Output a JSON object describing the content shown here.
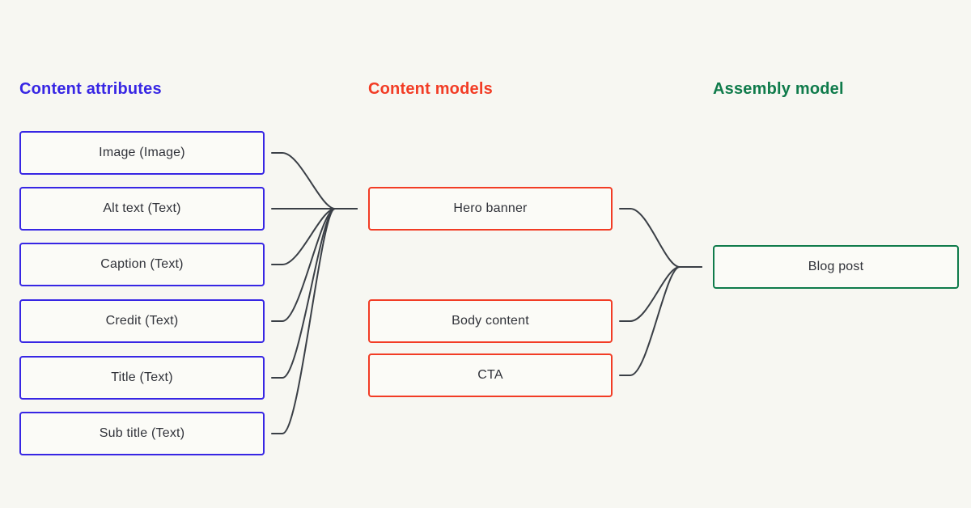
{
  "diagram": {
    "background": "#F7F7F2",
    "connector_color": "#3A3F46"
  },
  "columns": {
    "attributes": {
      "title": "Content attributes",
      "accent": "#3726E4"
    },
    "models": {
      "title": "Content models",
      "accent": "#F23C25"
    },
    "assembly": {
      "title": "Assembly model",
      "accent": "#0F7B4B"
    }
  },
  "nodes": {
    "image": {
      "label": "Image (Image)"
    },
    "alt_text": {
      "label": "Alt text (Text)"
    },
    "caption": {
      "label": "Caption (Text)"
    },
    "credit": {
      "label": "Credit (Text)"
    },
    "title": {
      "label": "Title (Text)"
    },
    "sub_title": {
      "label": "Sub title (Text)"
    },
    "hero_banner": {
      "label": "Hero banner"
    },
    "body_content": {
      "label": "Body content"
    },
    "cta": {
      "label": "CTA"
    },
    "blog_post": {
      "label": "Blog post"
    }
  },
  "edges": [
    {
      "from": "image",
      "to": "hero_banner"
    },
    {
      "from": "alt_text",
      "to": "hero_banner"
    },
    {
      "from": "caption",
      "to": "hero_banner"
    },
    {
      "from": "credit",
      "to": "hero_banner"
    },
    {
      "from": "title",
      "to": "hero_banner"
    },
    {
      "from": "sub_title",
      "to": "hero_banner"
    },
    {
      "from": "hero_banner",
      "to": "blog_post"
    },
    {
      "from": "body_content",
      "to": "blog_post"
    },
    {
      "from": "cta",
      "to": "blog_post"
    }
  ]
}
